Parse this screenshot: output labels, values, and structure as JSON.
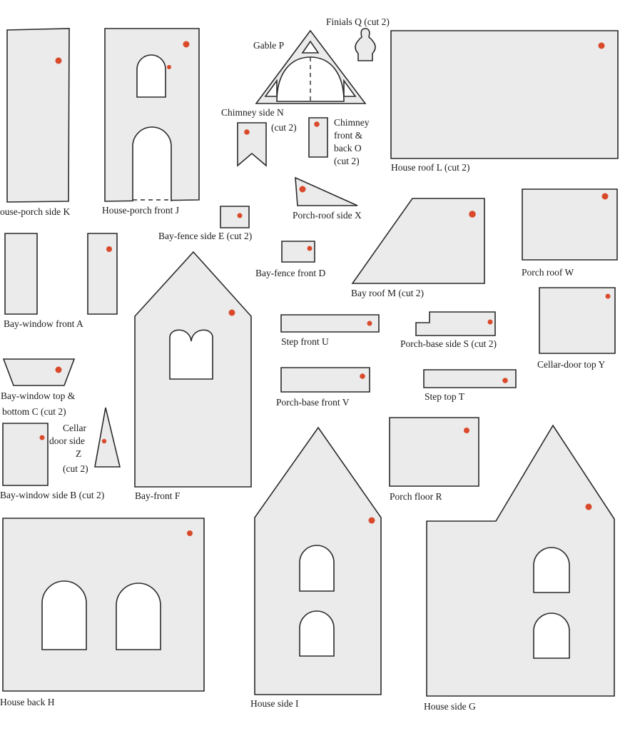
{
  "pieces": {
    "house_porch_side_k": "ouse-porch side K",
    "house_porch_front_j": "House-porch front J",
    "gable_p": "Gable P",
    "finials_q": "Finials Q (cut 2)",
    "house_roof_l": "House roof L (cut 2)",
    "chimney_side_n": [
      "Chimney side N",
      "(cut 2)"
    ],
    "chimney_front_back_o": [
      "Chimney",
      "front &",
      "back O",
      "(cut 2)"
    ],
    "porch_roof_side_x": "Porch-roof side X",
    "bay_fence_side_e": "Bay-fence side E (cut 2)",
    "bay_fence_front_d": "Bay-fence front D",
    "bay_roof_m": "Bay roof M (cut 2)",
    "porch_roof_w": "Porch roof W",
    "bay_window_front_a": "Bay-window front A",
    "step_front_u": "Step front U",
    "porch_base_side_s": "Porch-base side S (cut 2)",
    "cellar_door_top_y": "Cellar-door top Y",
    "bay_window_top_bottom_c": [
      "Bay-window top &",
      "bottom C (cut 2)"
    ],
    "cellar_door_side_z": [
      "Cellar",
      "door side",
      "Z",
      "(cut 2)"
    ],
    "porch_base_front_v": "Porch-base front V",
    "step_top_t": "Step top T",
    "bay_window_side_b": "Bay-window side B (cut 2)",
    "bay_front_f": "Bay-front F",
    "porch_floor_r": "Porch floor R",
    "house_back_h": "House back H",
    "house_side_i": "House side I",
    "house_side_g": "House side G"
  },
  "colors": {
    "paper": "#ebebeb",
    "outline": "#2a2a2a",
    "marker": "#d94a2b"
  }
}
